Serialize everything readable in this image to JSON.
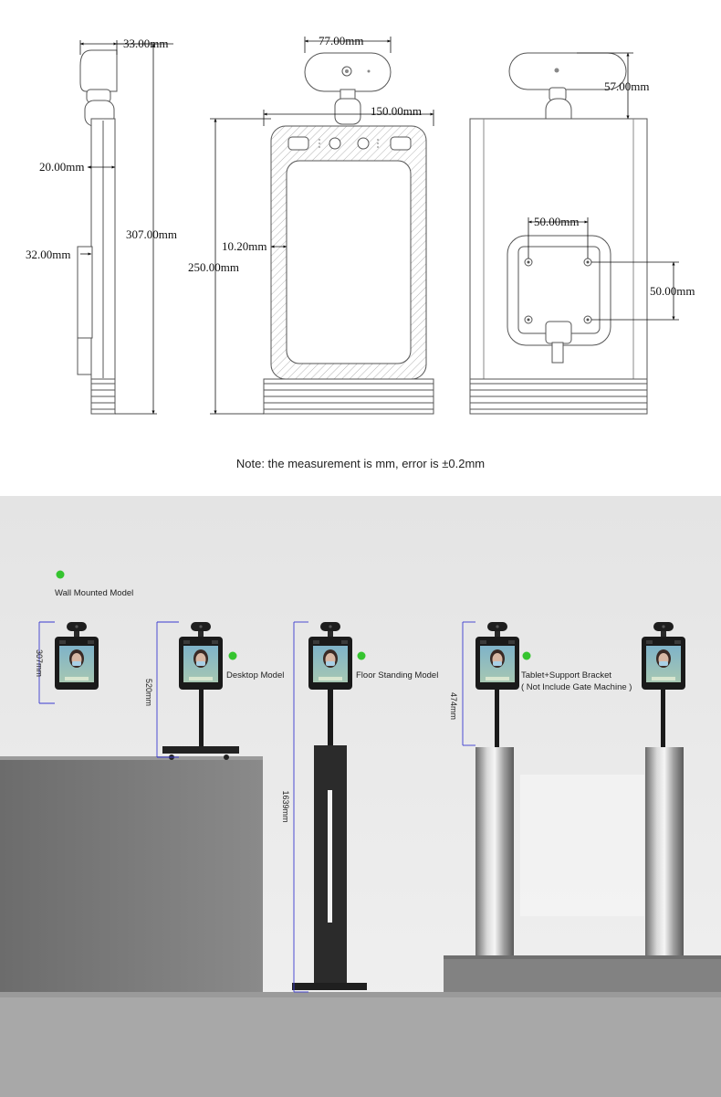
{
  "dimensions": {
    "side_depth": "33.00mm",
    "side_panel_thickness": "20.00mm",
    "side_bracket": "32.00mm",
    "total_height": "307.00mm",
    "camera_width": "77.00mm",
    "body_width": "150.00mm",
    "bezel": "10.20mm",
    "body_height": "250.00mm",
    "camera_height": "57.00mm",
    "mount_horizontal": "50.00mm",
    "mount_vertical": "50.00mm"
  },
  "note": "Note: the measurement is mm, error is ±0.2mm",
  "scene": {
    "models": {
      "wall_mounted": "Wall Mounted Model",
      "desktop": "Desktop Model",
      "floor_standing": "Floor Standing Model",
      "tablet_bracket_line1": "Tablet+Support Bracket",
      "tablet_bracket_line2": "( Not Include Gate Machine )"
    },
    "heights": {
      "wall": "307mm",
      "desktop": "520mm",
      "floor": "1639mm",
      "bracket": "474mm"
    },
    "colors": {
      "bullet": "#35c42f",
      "dimension_line": "#3a3ad0",
      "wall": "#ececec",
      "counter": "#7a7a7a"
    }
  }
}
